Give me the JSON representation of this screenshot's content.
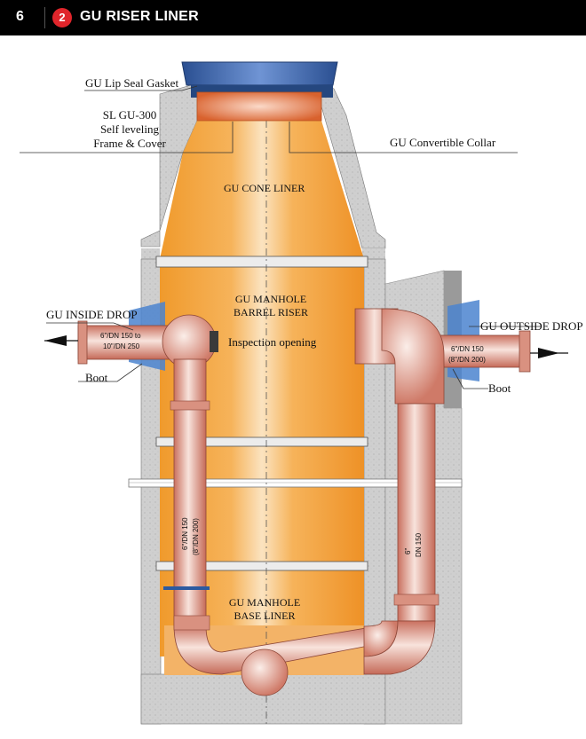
{
  "header": {
    "page_number": "6",
    "chapter_number": "2",
    "title": "GU RISER LINER"
  },
  "labels": {
    "lip_seal_gasket": "GU Lip Seal Gasket",
    "frame_cover_line1": "SL GU-300",
    "frame_cover_line2": "Self leveling",
    "frame_cover_line3": "Frame & Cover",
    "convertible_collar": "GU Convertible Collar",
    "cone_liner": "GU CONE LINER",
    "barrel_riser_line1": "GU MANHOLE",
    "barrel_riser_line2": "BARREL RISER",
    "inspection_opening": "Inspection opening",
    "inside_drop": "GU INSIDE DROP",
    "outside_drop": "GU OUTSIDE DROP",
    "boot_left": "Boot",
    "boot_right": "Boot",
    "base_liner_line1": "GU MANHOLE",
    "base_liner_line2": "BASE LINER"
  },
  "pipe_sizes": {
    "inside_inlet_line1": "6\"/DN 150 to",
    "inside_inlet_line2": "10\"/DN 250",
    "outside_inlet_line1": "6\"/DN 150",
    "outside_inlet_line2": "(8\"/DN 200)",
    "inside_riser_line1": "6\"/DN 150",
    "inside_riser_line2": "(8\"/DN 200)",
    "outside_riser_line1": "6\"",
    "outside_riser_line2": "DN 150"
  },
  "colors": {
    "header_bg": "#000000",
    "badge_red": "#e0252b",
    "liner_orange": "#f3a237",
    "pipe_pink": "#e7a99a",
    "concrete_gray": "#c9c9c9",
    "cover_blue": "#2e5ea8"
  }
}
